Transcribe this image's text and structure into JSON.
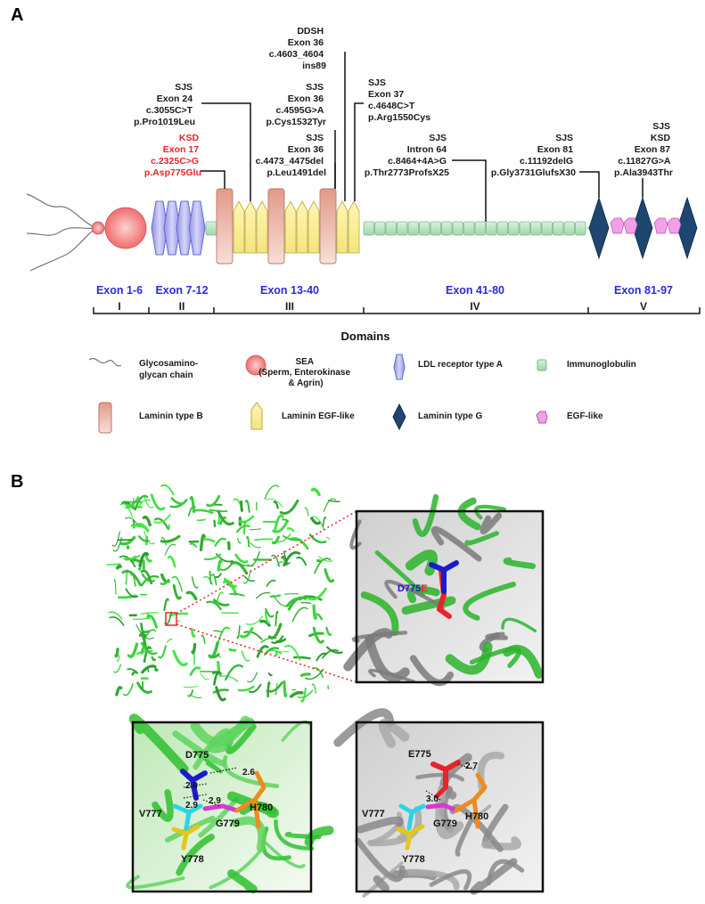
{
  "panels": {
    "a": "A",
    "b": "B"
  },
  "mutations": [
    {
      "lines": [
        "KSD",
        "Exon 17",
        "c.2325C>G",
        "p.Asp775Glu"
      ],
      "color": "red"
    },
    {
      "lines": [
        "SJS",
        "Exon 24",
        "c.3055C>T",
        "p.Pro1019Leu"
      ],
      "color": "black"
    },
    {
      "lines": [
        "SJS",
        "Exon 36",
        "c.4473_4475del",
        "p.Leu1491del"
      ],
      "color": "black"
    },
    {
      "lines": [
        "SJS",
        "Exon 36",
        "c.4595G>A",
        "p.Cys1532Tyr"
      ],
      "color": "black"
    },
    {
      "lines": [
        "DDSH",
        "Exon 36",
        "c.4603_4604",
        "ins89"
      ],
      "color": "black"
    },
    {
      "lines": [
        "SJS",
        "Exon 37",
        "c.4648C>T",
        "p.Arg1550Cys"
      ],
      "color": "black"
    },
    {
      "lines": [
        "SJS",
        "Intron 64",
        "c.8464+4A>G",
        "p.Thr2773ProfsX25"
      ],
      "color": "black"
    },
    {
      "lines": [
        "SJS",
        "Exon 81",
        "c.11192delG",
        "p.Gly3731GlufsX30"
      ],
      "color": "black"
    },
    {
      "lines": [
        "SJS",
        "KSD",
        "Exon 87",
        "c.11827G>A",
        "p.Ala3943Thr"
      ],
      "color": "black"
    }
  ],
  "exon_groups": [
    "Exon 1-6",
    "Exon 7-12",
    "Exon 13-40",
    "Exon 41-80",
    "Exon 81-97"
  ],
  "domain_numerals": [
    "I",
    "II",
    "III",
    "IV",
    "V"
  ],
  "domains_title": "Domains",
  "legend": {
    "gag": [
      "Glycosamino-",
      "glycan chain"
    ],
    "sea": [
      "SEA",
      "(Sperm, Enterokinase",
      "& Agrin)"
    ],
    "ldl": "LDL receptor type A",
    "ig": "Immunoglobulin",
    "lamb": "Laminin type B",
    "lamegf": "Laminin EGF-like",
    "lamg": "Laminin type G",
    "egf": "EGF-like"
  },
  "structure": {
    "zoom_label_wt": "D775",
    "zoom_label_mut": "E",
    "wt": {
      "residue": "D775",
      "dists": [
        "2.9",
        "2.9",
        "2.9",
        "2.6"
      ],
      "others": [
        "V777",
        "Y778",
        "G779",
        "H780"
      ]
    },
    "mut": {
      "residue": "E775",
      "dists": [
        "3.0",
        "2.7"
      ],
      "others": [
        "V777",
        "Y778",
        "G779",
        "H780"
      ]
    }
  },
  "colors": {
    "wt_residue": "#1a1ad0",
    "mut_residue": "#e8232a",
    "exon_label": "#2a2ae0",
    "protein_green": "#2fbf2f",
    "sea": "#f47a7a",
    "ldl": "#a9a9ef",
    "ig": "#b8e6c0",
    "lamb": "#e9a89a",
    "lamegf": "#fbf3a6",
    "lamg": "#1d4670",
    "egf": "#f08ae6"
  }
}
